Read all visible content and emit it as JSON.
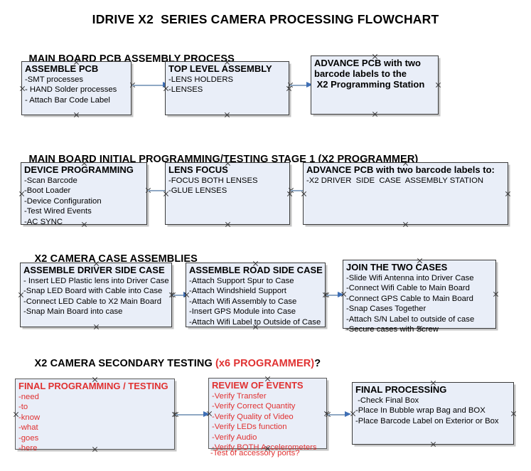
{
  "document": {
    "title": "IDRIVE X2  SERIES CAMERA PROCESSING FLOWCHART"
  },
  "colors": {
    "box_fill": "#e9eef8",
    "box_border": "#3b3b3b",
    "connector_line": "#8fa8c4",
    "connector_arrow": "#3f6fb5",
    "accent_red": "#e03131",
    "text": "#000000"
  },
  "sections": [
    {
      "id": "main-board-pcb-assembly-process",
      "title": "MAIN BOARD PCB ASSEMBLY PROCESS",
      "title_red": "",
      "title_suffix": "",
      "nodes": [
        {
          "id": "assemble-pcb",
          "header": "ASSEMBLE PCB",
          "lines": [
            "-SMT processes",
            "- HAND Solder processes",
            "- Attach Bar Code Label"
          ]
        },
        {
          "id": "top-level-assembly",
          "header": "TOP LEVEL ASSEMBLY",
          "lines": [
            "-LENS HOLDERS",
            "-LENSES"
          ]
        },
        {
          "id": "advance-pcb-to-x2-programming-station",
          "header": "ADVANCE PCB with two\nbarcode labels to the\n X2 Programming Station",
          "lines": []
        }
      ]
    },
    {
      "id": "main-board-initial-programming-testing-stage-1",
      "title": "MAIN BOARD INITIAL PROGRAMMING/TESTING STAGE 1 (X2 PROGRAMMER)",
      "title_red": "",
      "title_suffix": "",
      "nodes": [
        {
          "id": "device-programming",
          "header": "DEVICE PROGRAMMING",
          "lines": [
            "-Scan Barcode",
            "-Boot Loader",
            "-Device Configuration",
            "-Test Wired Events",
            "-AC SYNC"
          ]
        },
        {
          "id": "lens-focus",
          "header": "LENS FOCUS",
          "lines": [
            "-FOCUS BOTH LENSES",
            "-GLUE LENSES"
          ]
        },
        {
          "id": "advance-pcb-to-driver-side-case-assembly",
          "header": "ADVANCE PCB with two barcode labels to:",
          "lines": [
            "-X2 DRIVER  SIDE  CASE  ASSEMBLY STATION"
          ]
        }
      ]
    },
    {
      "id": "x2-camera-case-assemblies",
      "title": "X2 CAMERA CASE ASSEMBLIES",
      "title_red": "",
      "title_suffix": "",
      "nodes": [
        {
          "id": "assemble-driver-side-case",
          "header": "ASSEMBLE DRIVER SIDE CASE",
          "lines": [
            "- Insert LED Plastic lens into Driver Case",
            "-Snap LED Board with Cable into Case",
            "-Connect LED Cable to X2 Main Board",
            "-Snap Main Board into case"
          ]
        },
        {
          "id": "assemble-road-side-case",
          "header": "ASSEMBLE ROAD SIDE CASE",
          "lines": [
            "-Attach Support Spur to Case",
            "-Attach Windshield Support",
            "-Attach Wifi Assembly to Case",
            "-Insert GPS Module into Case",
            "-Attach Wifi Label to Outside of Case"
          ]
        },
        {
          "id": "join-the-two-cases",
          "header": "JOIN THE TWO CASES",
          "lines": [
            "-Slide Wifi Antenna into Driver Case",
            "-Connect Wifi Cable to Main Board",
            "-Connect GPS Cable to Main Board",
            "-Snap Cases Together",
            "-Attach S/N Label to outside of case",
            "-Secure cases with Screw"
          ]
        }
      ]
    },
    {
      "id": "x2-camera-secondary-testing",
      "title": "X2 CAMERA SECONDARY TESTING ",
      "title_red": "(x6 PROGRAMMER)",
      "title_suffix": "?",
      "nodes": [
        {
          "id": "final-programming-testing",
          "header": "FINAL PROGRAMMING / TESTING",
          "lines": [
            "-need",
            "-to",
            "-know",
            "-what",
            "-goes",
            "-here"
          ]
        },
        {
          "id": "review-of-events",
          "header": "REVIEW OF EVENTS",
          "lines": [
            "-Verify Transfer",
            "-Verify Correct Quantity",
            "-Verify Quality of Video",
            "-Verify LEDs function",
            "-Verify Audio",
            "-Verify BOTH Accelerometers"
          ],
          "overflow_line": "-Test of accessory ports?"
        },
        {
          "id": "final-processing",
          "header": "FINAL PROCESSING",
          "lines": [
            " -Check Final Box",
            "-Place In Bubble wrap Bag and BOX",
            "-Place Barcode Label on Exterior or Box"
          ]
        }
      ]
    }
  ]
}
